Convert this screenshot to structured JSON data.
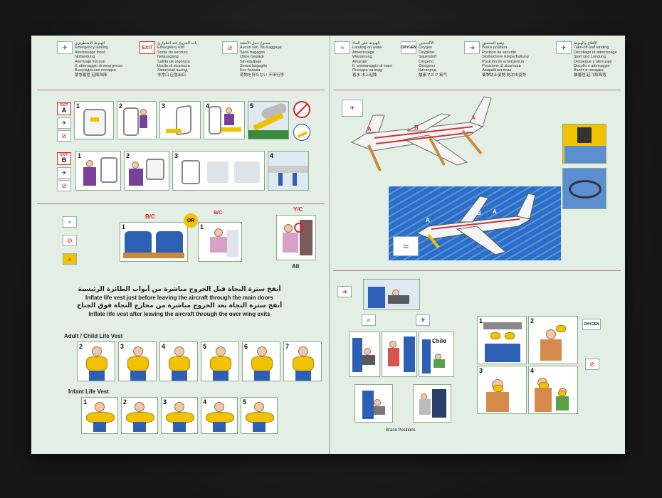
{
  "header_left": [
    {
      "icon": "plane-landing-icon",
      "text": "الهبوط الاضطراري\nEmergency landing\nAtterrissage forcé\nNotlandung\nAterrizaje forzoso\nIl. atterraggio di emergenza\nВынужденная посадка\n緊急着陸  迫降陆降"
    },
    {
      "icon": "exit-sign-icon",
      "label": "EXIT",
      "text": "باب الخروج عند الطوارئ\nEmergency exit\nSortie de secours\nNotausgang\nSalida de urgencia\nUscite di sicurezza\nЗапасный выход\n非常口  应急出口"
    },
    {
      "icon": "no-baggage-icon",
      "text": "ممنوع حمل الأمتعة\nAucun sac. No baggage\nSans bagages\nOhne Gepäck\nSin equipaje\nSenza bagaglio\nБез багажа\n荷物を持たない  不带行李"
    }
  ],
  "header_right": [
    {
      "icon": "landing-water-icon",
      "text": "الهبوط على الماء\nLanding on water\nAmerrissage\nWasserung\nAmaraje\nIl. ammaraggio di mare\nПосадка на воду\n着水  水上迫降"
    },
    {
      "icon": "oxygen-icon",
      "label": "OXYGEN",
      "text": "الأكسجين\nOxygen\nOxygène\nSauerstoff\nOxígeno\nOssigeno\nКислород\n酸素マスク  氧气"
    },
    {
      "icon": "arrow-right-icon",
      "text": "وضع التحصين\nBrace position\nPosition de sécurité\nStoßsichere Körperhaltung\nPosición de emergencia\nPosizione di sicurezza\nАварийная поза\n衝撃防止姿勢  防冲击姿势"
    },
    {
      "icon": "takeoff-icon",
      "text": "الإقلاع والهبوط\nTake-off and landing\nDécollage et atterrissage\nStart und Landung\nDespegue y aterrizaje\nDecollo e atterraggio\nВзлёт и посадка\n離着陸  起飞和降落"
    }
  ],
  "exits": {
    "row_a_label": "EXIT",
    "row_a_door": "A",
    "row_b_label": "EXIT",
    "row_b_door": "B",
    "steps_a": [
      "1",
      "2",
      "3",
      "4",
      "5"
    ],
    "steps_b": [
      "1",
      "2",
      "3",
      "4"
    ]
  },
  "vest_location": {
    "bc_label_1": "B/C",
    "or_label": "OR",
    "bc_label_2": "B/C",
    "yc_label": "Y/C",
    "all_label": "All",
    "step_1": "1",
    "step_1b": "1"
  },
  "instructions": {
    "arabic_1": "أنفخ سترة النجاة قبل الخروج مباشرة من أبواب الطائرة الرئيسية",
    "english_1": "Inflate life vest just before leaving the aircraft through the main doors",
    "arabic_2": "أنفخ سترة النجاة بعد الخروج مباشرة من مخارج النجاة فوق الجناح",
    "english_2": "Inflate life vest after leaving the aircraft through the over wing exits"
  },
  "adult_vest": {
    "title": "Adult / Child Life Vest",
    "steps": [
      "2",
      "3",
      "4",
      "5",
      "6",
      "7"
    ]
  },
  "infant_vest": {
    "title": "Infant Life Vest",
    "steps": [
      "1",
      "2",
      "3",
      "4",
      "5"
    ]
  },
  "aircraft": {
    "exit_a": "A",
    "exit_b": "B"
  },
  "brace": {
    "child_label": "Child",
    "caption": "Brace Positions"
  },
  "oxygen": {
    "label": "OXYGEN",
    "steps": [
      "1",
      "2",
      "3",
      "4"
    ]
  },
  "colors": {
    "card": "#e3efe4",
    "accent_red": "#d22222",
    "vest_yellow": "#f2c200",
    "water_blue": "#2a6fc9",
    "seat_blue": "#2d5fb5"
  }
}
